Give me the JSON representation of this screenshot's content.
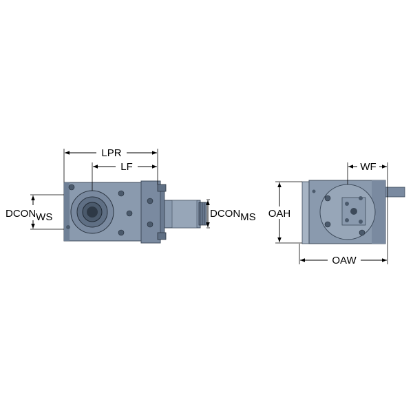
{
  "diagram": {
    "labels": {
      "lpr": "LPR",
      "lf": "LF",
      "dcon_ws_main": "DCON",
      "dcon_ws_sub": "WS",
      "dcon_ms_main": "DCON",
      "dcon_ms_sub": "MS",
      "oah": "OAH",
      "oaw": "OAW",
      "wf": "WF"
    },
    "colors": {
      "body": "#8a9aae",
      "body_dark": "#5f6f84",
      "body_light": "#a7b4c4",
      "line": "#000000"
    }
  }
}
